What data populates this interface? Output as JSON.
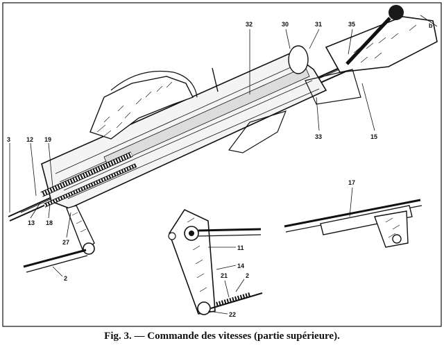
{
  "caption": "Fig. 3. — Commande des vitesses (partie supérieure).",
  "callouts": [
    "3",
    "12",
    "19",
    "13",
    "18",
    "27",
    "2",
    "32",
    "30",
    "31",
    "35",
    "b",
    "33",
    "15",
    "17",
    "11",
    "14",
    "21",
    "2",
    "22"
  ],
  "colors": {
    "ink": "#111111",
    "paper": "#ffffff",
    "hatch": "#2a2a2a"
  }
}
